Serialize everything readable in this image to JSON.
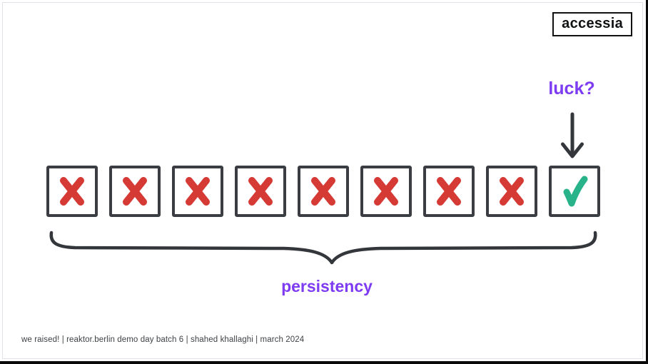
{
  "slide": {
    "logo": "accessia",
    "luck_label": "luck?",
    "persistency_label": "persistency",
    "footer": "we raised! | reaktor.berlin demo day batch 6 | shahed khallaghi | march 2024"
  },
  "boxes": {
    "results": [
      "fail",
      "fail",
      "fail",
      "fail",
      "fail",
      "fail",
      "fail",
      "fail",
      "success"
    ]
  },
  "colors": {
    "purple": "#7d3bf2",
    "red": "#d53a35",
    "green": "#28b38a",
    "ink": "#33363b",
    "box_border": "#3a3d42",
    "logo_ink": "#111213",
    "footer_gray": "#3f4245",
    "frame_border": "#dfe2e6"
  }
}
